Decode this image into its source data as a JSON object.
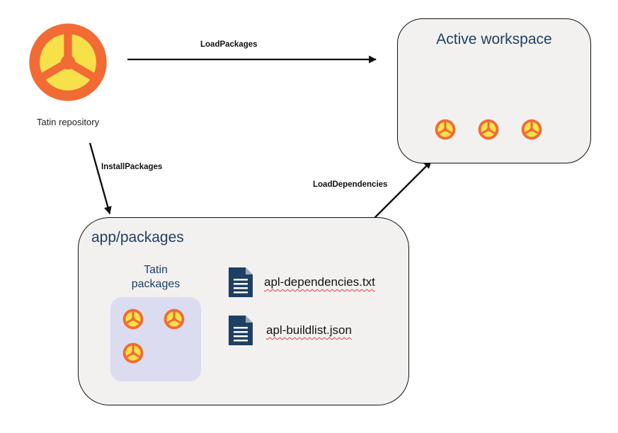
{
  "repository": {
    "label": "Tatin repository",
    "logo_icon": "tatin-logo-icon"
  },
  "arrows": {
    "load_packages": "LoadPackages",
    "install_packages": "InstallPackages",
    "load_dependencies": "LoadDependencies"
  },
  "workspace": {
    "title": "Active workspace",
    "package_icons": [
      "tatin-logo-icon",
      "tatin-logo-icon",
      "tatin-logo-icon"
    ]
  },
  "app_packages": {
    "title": "app/packages",
    "tatin_packages_label": "Tatin\npackages",
    "package_icons": [
      "tatin-logo-icon",
      "tatin-logo-icon",
      "tatin-logo-icon"
    ],
    "files": [
      {
        "name": "apl-dependencies.txt",
        "icon": "document-icon"
      },
      {
        "name": "apl-buildlist.json",
        "icon": "document-icon"
      }
    ]
  },
  "colors": {
    "logo_orange": "#f26b35",
    "logo_yellow": "#f7e14a",
    "title_blue": "#1f3f63",
    "box_fill": "#f2f1f0",
    "tile_fill": "#dcdcf0",
    "file_icon": "#1f3f63"
  }
}
